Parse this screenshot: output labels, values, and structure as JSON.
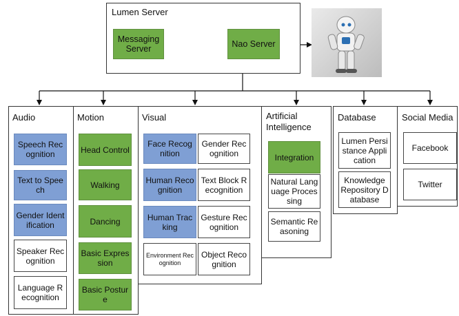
{
  "server": {
    "title": "Lumen Server",
    "messaging": "Messaging Server",
    "nao": "Nao Server"
  },
  "robot_alt": "NAO robot",
  "modules": {
    "audio": {
      "title": "Audio",
      "items": [
        "Speech Recognition",
        "Text to Speech",
        "Gender Identification",
        "Speaker Recognition",
        "Language Recognition"
      ]
    },
    "motion": {
      "title": "Motion",
      "items": [
        "Head Control",
        "Walking",
        "Dancing",
        "Basic Expression",
        "Basic Posture"
      ]
    },
    "visual": {
      "title": "Visual",
      "items": [
        "Face Recognition",
        "Gender Recognition",
        "Human Recognition",
        "Text Block Recognition",
        "Human Tracking",
        "Gesture Recognition",
        "Environment Recognition",
        "Object Recognition"
      ]
    },
    "ai": {
      "title": "Artificial Intelligence",
      "items": [
        "Integration",
        "Natural Language Processing",
        "Semantic Reasoning"
      ]
    },
    "database": {
      "title": "Database",
      "items": [
        "Lumen Persistance Application",
        "Knowledge Repository Database"
      ]
    },
    "social": {
      "title": "Social Media",
      "items": [
        "Facebook",
        "Twitter"
      ]
    }
  },
  "colors": {
    "green": "#70ad47",
    "blue": "#7f9fd4",
    "line": "#111111"
  }
}
